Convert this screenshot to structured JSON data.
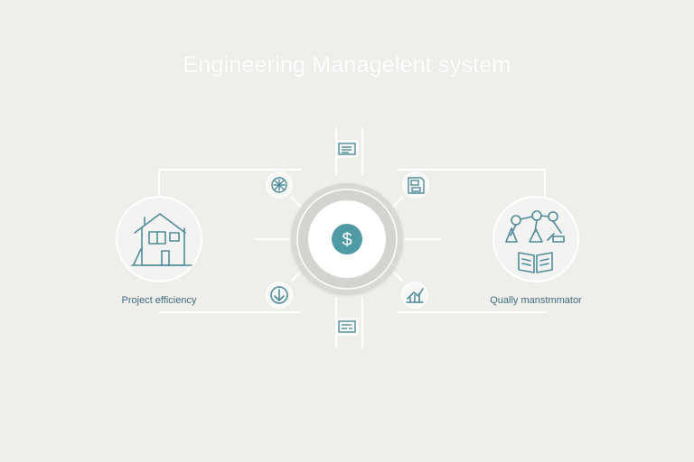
{
  "title": "Engineering Managelent system",
  "center": {
    "symbol": "$",
    "icon": "dollar-icon"
  },
  "left_node": {
    "label": "Project efficiency",
    "icon": "house-icon"
  },
  "right_node": {
    "label": "Qually manstmmator",
    "icon": "quality-network-book-icon"
  },
  "satellites": [
    {
      "name": "top-document-icon"
    },
    {
      "name": "network-wheel-icon"
    },
    {
      "name": "floppy-disk-icon"
    },
    {
      "name": "down-arrow-icon"
    },
    {
      "name": "chart-growth-icon"
    },
    {
      "name": "bottom-card-icon"
    }
  ],
  "colors": {
    "background": "#efeeeb",
    "accent": "#4f9aa4",
    "line": "#ffffff",
    "ring": "#d7d7d4",
    "label_text": "#3f6d7e"
  }
}
